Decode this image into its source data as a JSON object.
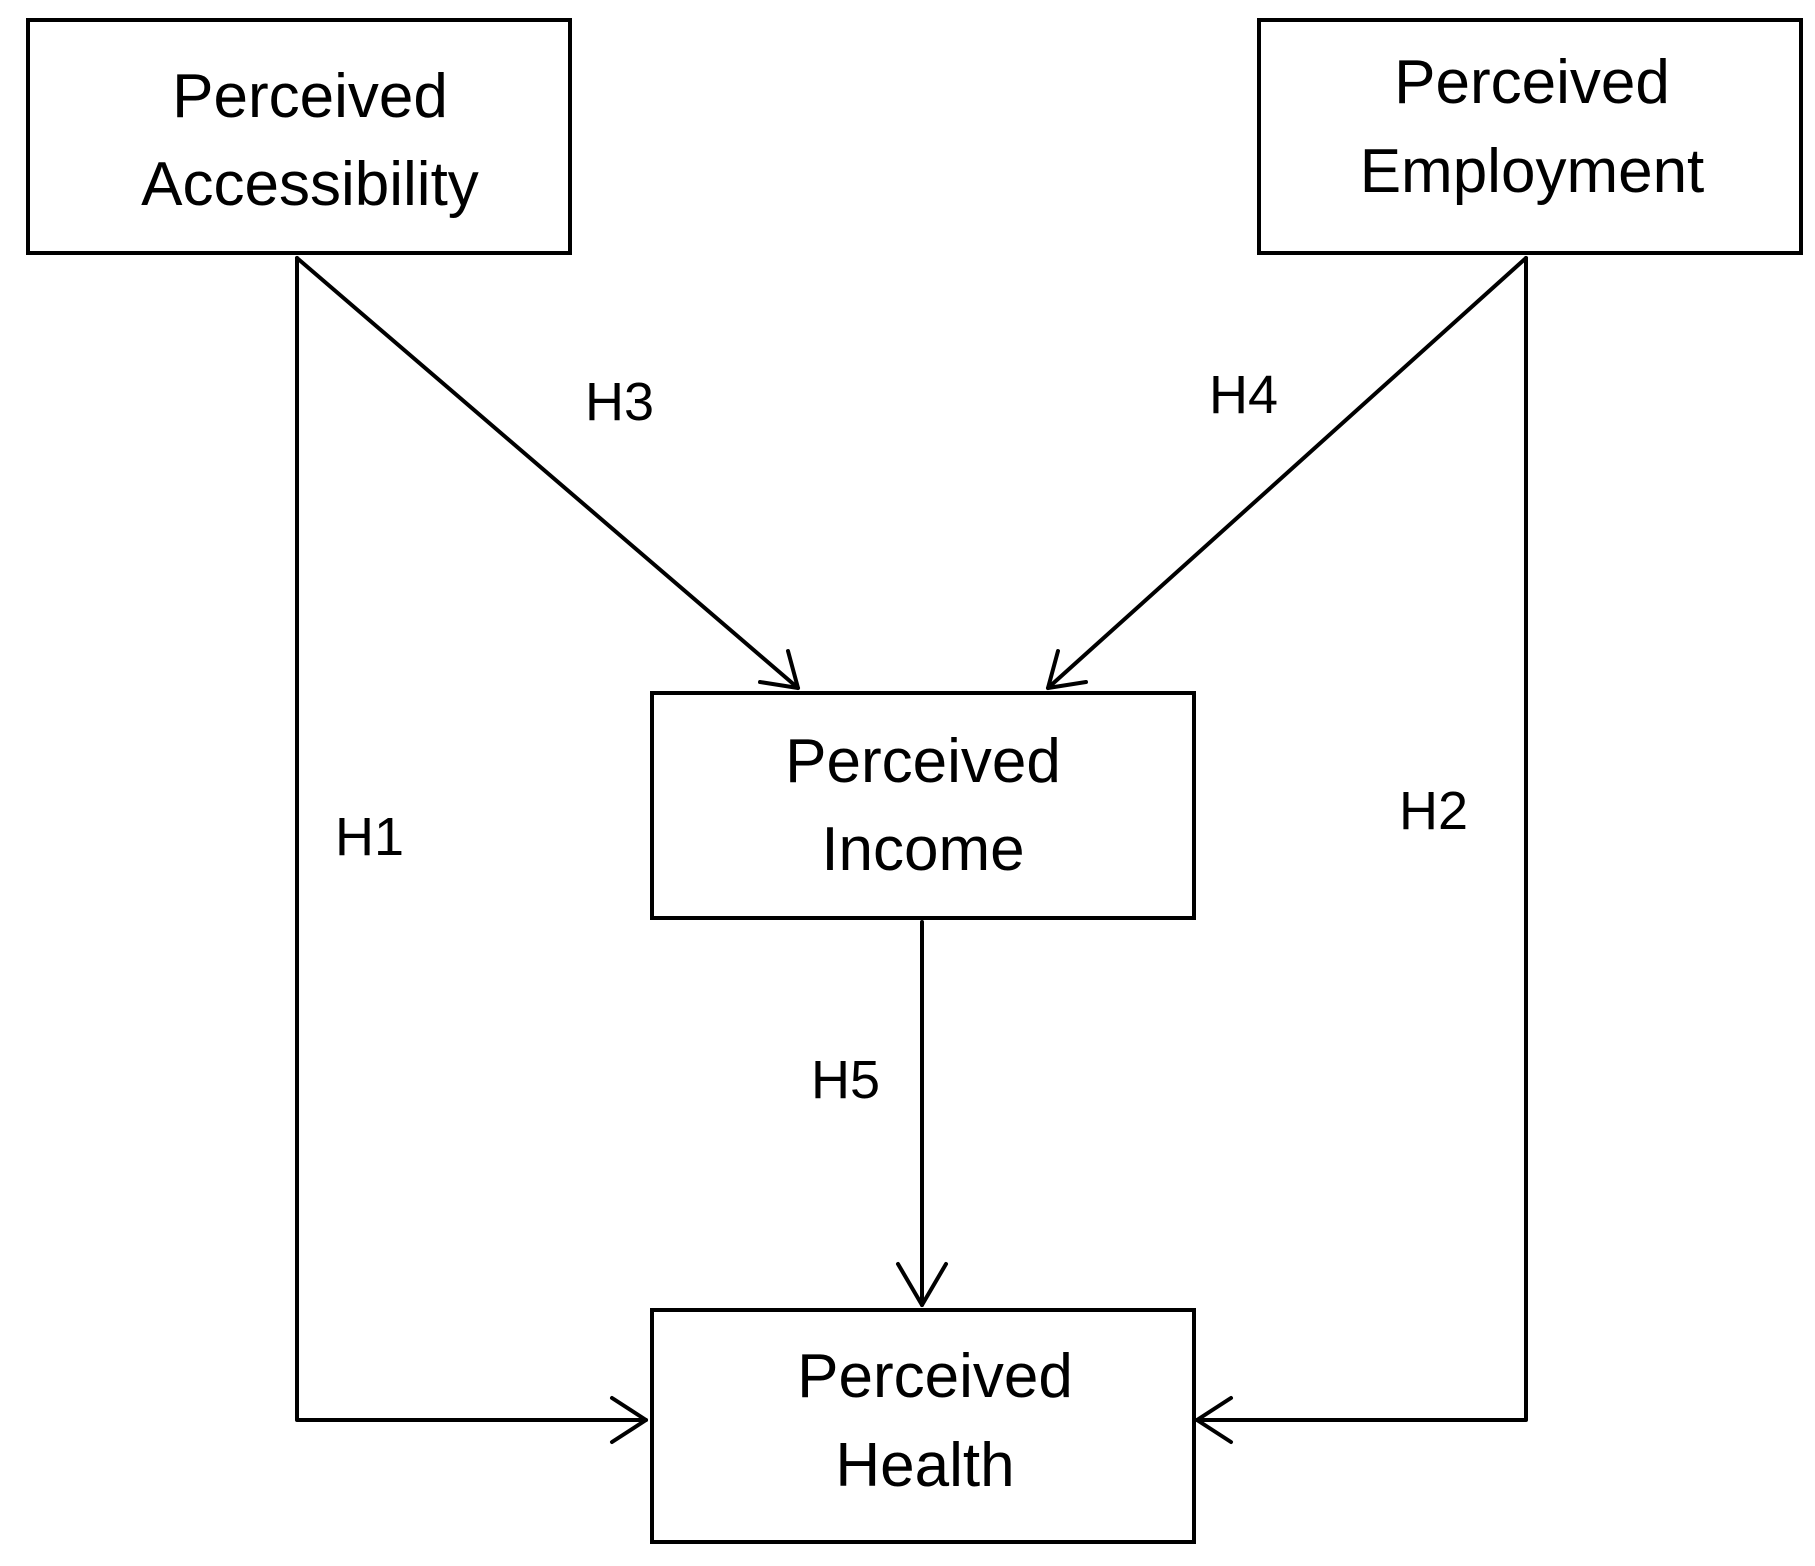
{
  "nodes": {
    "accessibility": {
      "line1": "Perceived",
      "line2": "Accessibility"
    },
    "employment": {
      "line1": "Perceived",
      "line2": "Employment"
    },
    "income": {
      "line1": "Perceived",
      "line2": "Income"
    },
    "health": {
      "line1": "Perceived",
      "line2": "Health"
    }
  },
  "edges": {
    "h1": {
      "label": "H1",
      "from": "accessibility",
      "to": "health"
    },
    "h2": {
      "label": "H2",
      "from": "employment",
      "to": "health"
    },
    "h3": {
      "label": "H3",
      "from": "accessibility",
      "to": "income"
    },
    "h4": {
      "label": "H4",
      "from": "employment",
      "to": "income"
    },
    "h5": {
      "label": "H5",
      "from": "income",
      "to": "health"
    }
  },
  "colors": {
    "stroke": "#000000",
    "background": "#ffffff"
  }
}
